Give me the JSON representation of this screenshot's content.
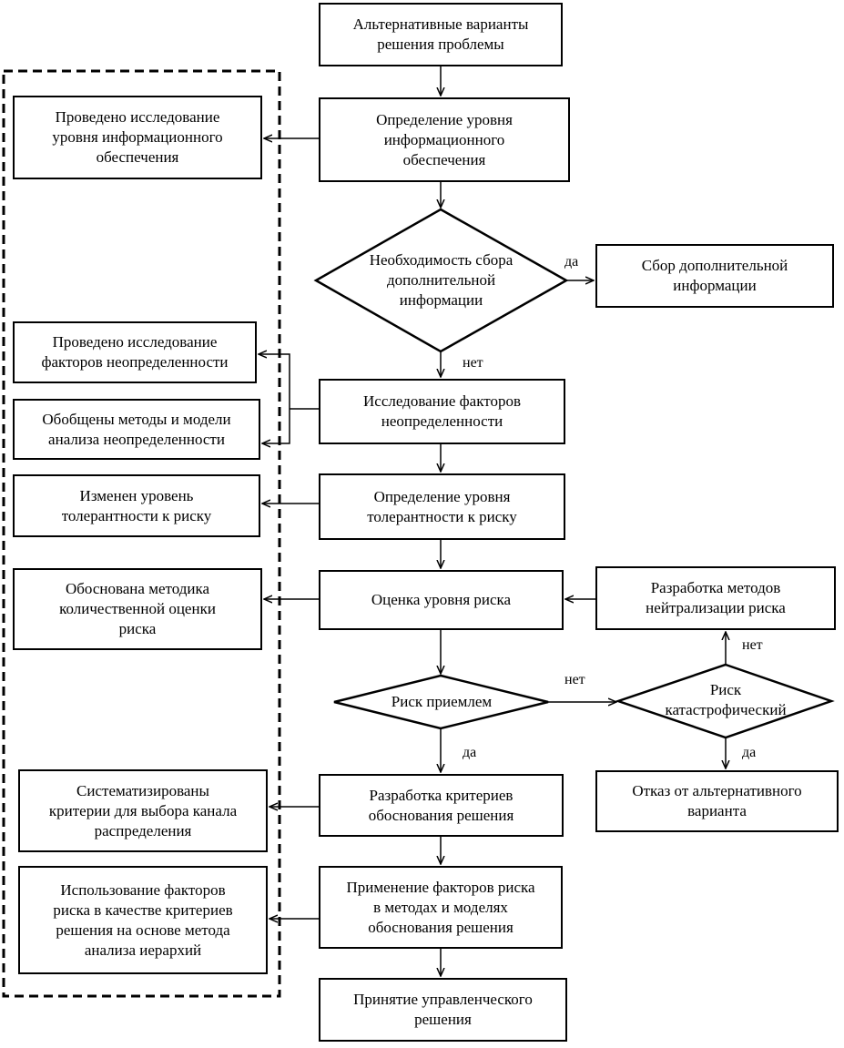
{
  "boxes": {
    "alternatives": "Альтернативные варианты\nрешения проблемы",
    "info_level": "Определение уровня\nинформационного\nобеспечения",
    "collect_info": "Сбор дополнительной\nинформации",
    "uncertainty": "Исследование факторов\nнеопределенности",
    "tolerance": "Определение уровня\nтолерантности к риску",
    "risk_eval": "Оценка уровня риска",
    "neutralize": "Разработка методов\nнейтрализации риска",
    "reject": "Отказ от альтернативного\nварианта",
    "criteria": "Разработка критериев\nобоснования решения",
    "apply_factors": "Применение факторов риска\nв методах и моделях\nобоснования решения",
    "decision": "Принятие управленческого\nрешения",
    "res_info": "Проведено исследование\nуровня информационного\nобеспечения",
    "res_uncert": "Проведено исследование\nфакторов неопределенности",
    "res_methods": "Обобщены методы и модели\nанализа неопределенности",
    "res_tolerance": "Изменен уровень\nтолерантности к риску",
    "res_method_quant": "Обоснована методика\nколичественной оценки\nриска",
    "res_criteria": "Систематизированы\nкритерии для выбора канала\nраспределения",
    "res_factors": "Использование факторов\nриска в качестве критериев\nрешения на основе метода\nанализа иерархий"
  },
  "decisions": {
    "need_info": "Необходимость сбора\nдополнительной\nинформации",
    "risk_ok": "Риск приемлем",
    "risk_cat": "Риск\nкатастрофический"
  },
  "labels": {
    "yes1": "да",
    "no1": "нет",
    "no2": "нет",
    "yes2": "да",
    "no3": "нет",
    "yes3": "да"
  }
}
